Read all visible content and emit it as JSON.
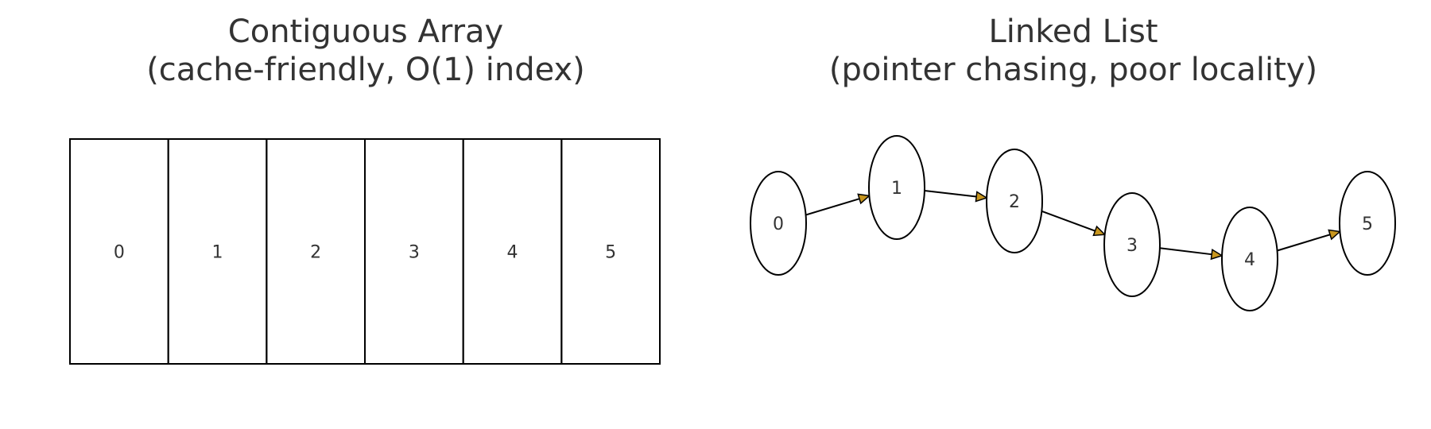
{
  "array_panel": {
    "title_line1": "Contiguous Array",
    "title_line2": "(cache-friendly, O(1) index)",
    "cells": [
      "0",
      "1",
      "2",
      "3",
      "4",
      "5"
    ]
  },
  "list_panel": {
    "title_line1": "Linked List",
    "title_line2": "(pointer chasing, poor locality)",
    "nodes": [
      "0",
      "1",
      "2",
      "3",
      "4",
      "5"
    ]
  },
  "colors": {
    "stroke": "#000000",
    "text": "#333333",
    "arrowhead": "#c8961e",
    "background": "#ffffff"
  }
}
